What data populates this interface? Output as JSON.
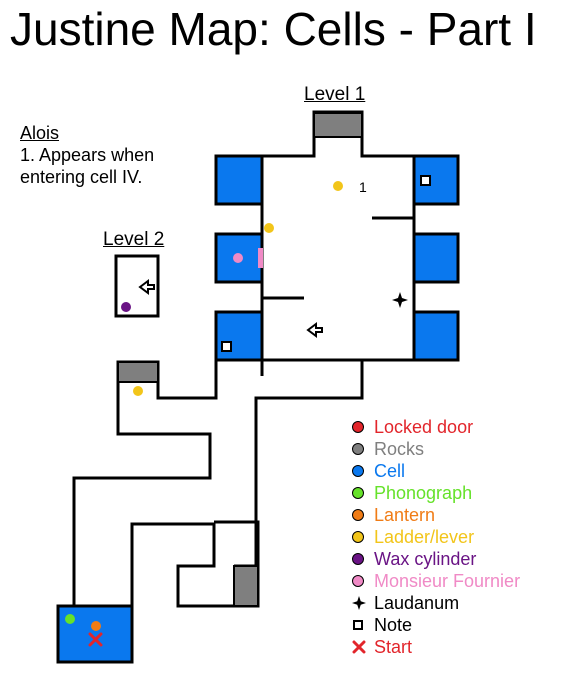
{
  "title": "Justine Map: Cells - Part I",
  "level1_label": "Level 1",
  "level2_label": "Level 2",
  "notes": {
    "heading": "Alois",
    "line1": "1. Appears when",
    "line2": "entering cell IV."
  },
  "marker_number": "1",
  "legend": [
    {
      "label": "Locked door",
      "color": "#e2252b",
      "icon": "filled-circle"
    },
    {
      "label": "Rocks",
      "color": "#7f7f7f",
      "icon": "filled-circle"
    },
    {
      "label": "Cell",
      "color": "#0a78ee",
      "icon": "filled-circle"
    },
    {
      "label": "Phonograph",
      "color": "#66e22a",
      "icon": "filled-circle"
    },
    {
      "label": "Lantern",
      "color": "#f07c16",
      "icon": "filled-circle"
    },
    {
      "label": "Ladder/lever",
      "color": "#f2c51a",
      "icon": "filled-circle"
    },
    {
      "label": "Wax cylinder",
      "color": "#6a1485",
      "icon": "filled-circle"
    },
    {
      "label": "Monsieur Fournier",
      "color": "#f08ac6",
      "icon": "filled-circle"
    },
    {
      "label": "Laudanum",
      "color": "#000000",
      "icon": "four-point-star"
    },
    {
      "label": "Note",
      "color": "#000000",
      "icon": "hollow-square"
    },
    {
      "label": "Start",
      "color": "#e2252b",
      "icon": "x-mark"
    }
  ],
  "colors": {
    "cell": "#0a78ee",
    "rocks": "#7f7f7f",
    "ladder": "#f2c51a",
    "wax": "#6a1485",
    "fournier": "#f08ac6",
    "phonograph": "#66e22a",
    "lantern": "#f07c16",
    "start": "#e2252b"
  }
}
